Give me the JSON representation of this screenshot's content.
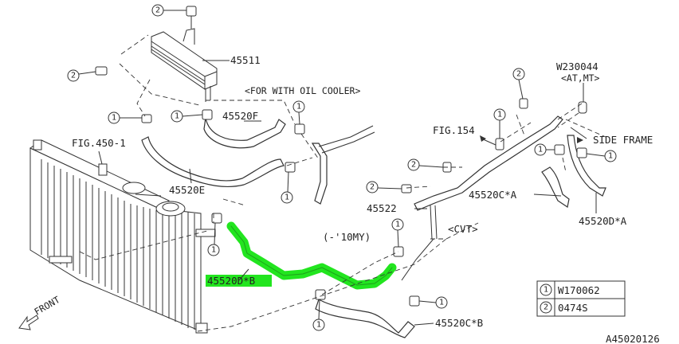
{
  "labels": {
    "p45511": "45511",
    "for_oil_cooler": "<FOR WITH OIL COOLER>",
    "p45520F": "45520F",
    "fig450": "FIG.450-1",
    "p45520E": "45520E",
    "fig154": "FIG.154",
    "w230044": "W230044",
    "atmt": "<AT,MT>",
    "side_frame": "SIDE FRAME",
    "p45522": "45522",
    "p45520CA": "45520C*A",
    "p45520DA": "45520D*A",
    "my10": "(-'10MY)",
    "cvt": "<CVT>",
    "p45520DB": "45520D*B",
    "p45520CB": "45520C*B",
    "front": "FRONT",
    "code": "A45020126"
  },
  "callouts": {
    "one": "1",
    "two": "2"
  },
  "legend": {
    "row1_num": "1",
    "row1_code": "W170062",
    "row2_num": "2",
    "row2_code": "0474S"
  },
  "colors": {
    "highlight": "#22e51f",
    "line": "#333333"
  }
}
